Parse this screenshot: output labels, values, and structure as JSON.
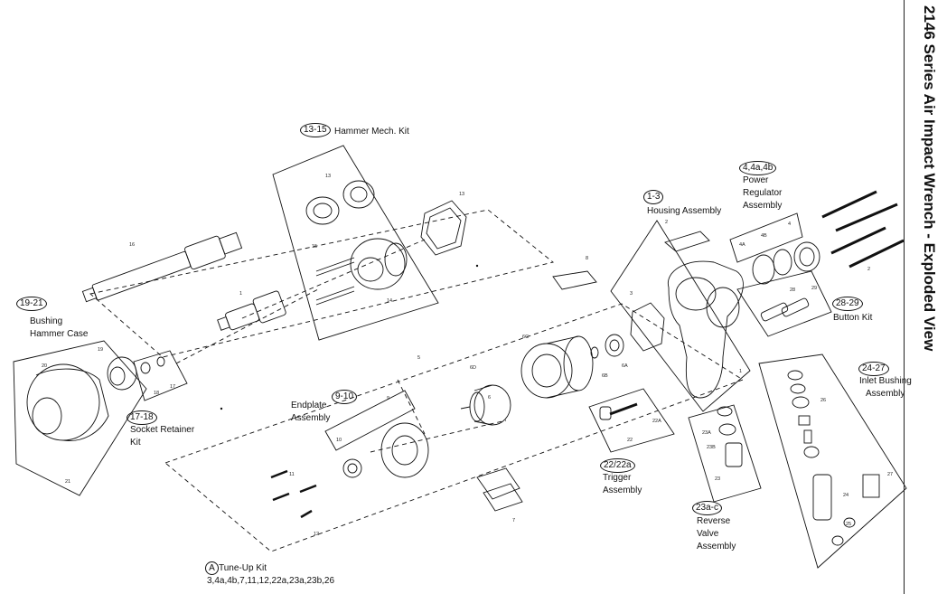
{
  "title": "2146 Series Air Impact Wrench - Exploded View",
  "kits": [
    {
      "id": "k1315",
      "number": "13-15",
      "label": "Hammer Mech. Kit"
    },
    {
      "id": "k13",
      "number": "1-3",
      "label": "Housing Assembly"
    },
    {
      "id": "k44",
      "number": "4,4a,4b",
      "label": "Power Regulator Assembly"
    },
    {
      "id": "k2829",
      "number": "28-29",
      "label": "Button Kit"
    },
    {
      "id": "k1921",
      "number": "19-21",
      "label": "Bushing Hammer Case"
    },
    {
      "id": "k1718",
      "number": "17-18",
      "label": "Socket Retainer Kit"
    },
    {
      "id": "k910",
      "number": "9-10",
      "label": "Endplate Assembly"
    },
    {
      "id": "k2427",
      "number": "24-27",
      "label": "Inlet Bushing Assembly"
    },
    {
      "id": "k22",
      "number": "22/22a",
      "label": "Trigger Assembly"
    },
    {
      "id": "k23",
      "number": "23a-c",
      "label": "Reverse Valve Assembly"
    }
  ],
  "kit_text": {
    "k1315": [
      "Hammer Mech. Kit"
    ],
    "k13": [
      "Housing Assembly"
    ],
    "k44": [
      "Power",
      "Regulator",
      "Assembly"
    ],
    "k2829": [
      "Button Kit"
    ],
    "k1921": [
      "Bushing",
      "Hammer Case"
    ],
    "k1718": [
      "Socket Retainer",
      "Kit"
    ],
    "k910": [
      "Endplate",
      "Assembly"
    ],
    "k2427": [
      "Inlet Bushing",
      "Assembly"
    ],
    "k22": [
      "Trigger",
      "Assembly"
    ],
    "k23": [
      "Reverse",
      "Valve",
      "Assembly"
    ]
  },
  "tuneup": {
    "symbol": "A",
    "label": "Tune-Up Kit",
    "parts": "3,4a,4b,7,11,12,22a,23a,23b,26"
  },
  "part_numbers": [
    "16",
    "15",
    "13",
    "14",
    "13",
    "8",
    "2",
    "4",
    "4A",
    "4B",
    "28",
    "29",
    "3",
    "1",
    "2",
    "6C",
    "6D",
    "6A",
    "6B",
    "5",
    "20",
    "19",
    "17",
    "18",
    "21",
    "9",
    "10",
    "11",
    "12",
    "7",
    "23A",
    "23B",
    "23",
    "22",
    "22A",
    "24",
    "25",
    "26",
    "27",
    "1",
    "6"
  ],
  "colors": {
    "ink": "#111111",
    "background": "#ffffff"
  }
}
